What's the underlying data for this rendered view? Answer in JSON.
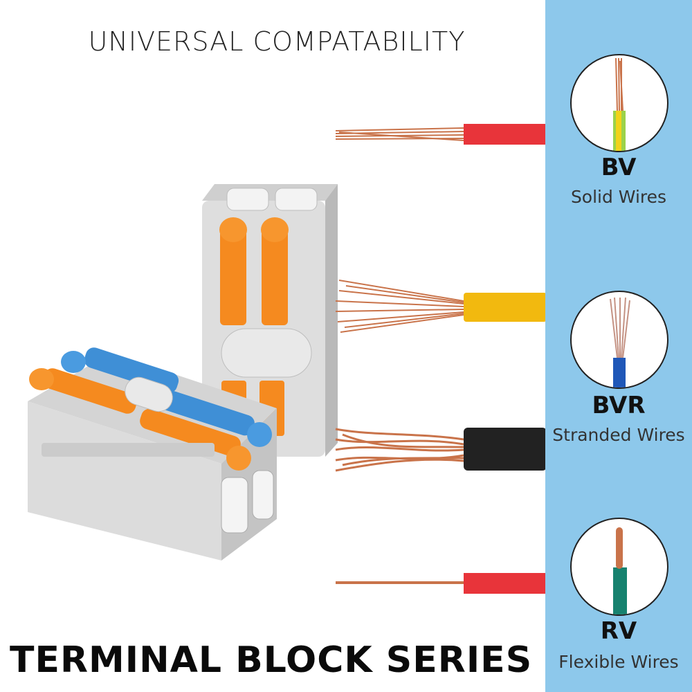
{
  "heading": "UNIVERSAL COMPATABILITY",
  "footer_title": "TERMINAL BLOCK SERIES",
  "wire_types": [
    {
      "code": "BV",
      "name": "Solid Wires"
    },
    {
      "code": "BVR",
      "name": "Stranded Wires"
    },
    {
      "code": "RV",
      "name": "Flexible Wires"
    }
  ],
  "colors": {
    "panel": "#8dc8eb",
    "copper": "#c9734a",
    "red_insulation": "#e8343a",
    "yellow_insulation": "#f2b90f",
    "black_insulation": "#222222",
    "connector_gray": "#d9d9d9",
    "lever_orange": "#f58a1f",
    "lever_blue": "#3f8fd6"
  }
}
